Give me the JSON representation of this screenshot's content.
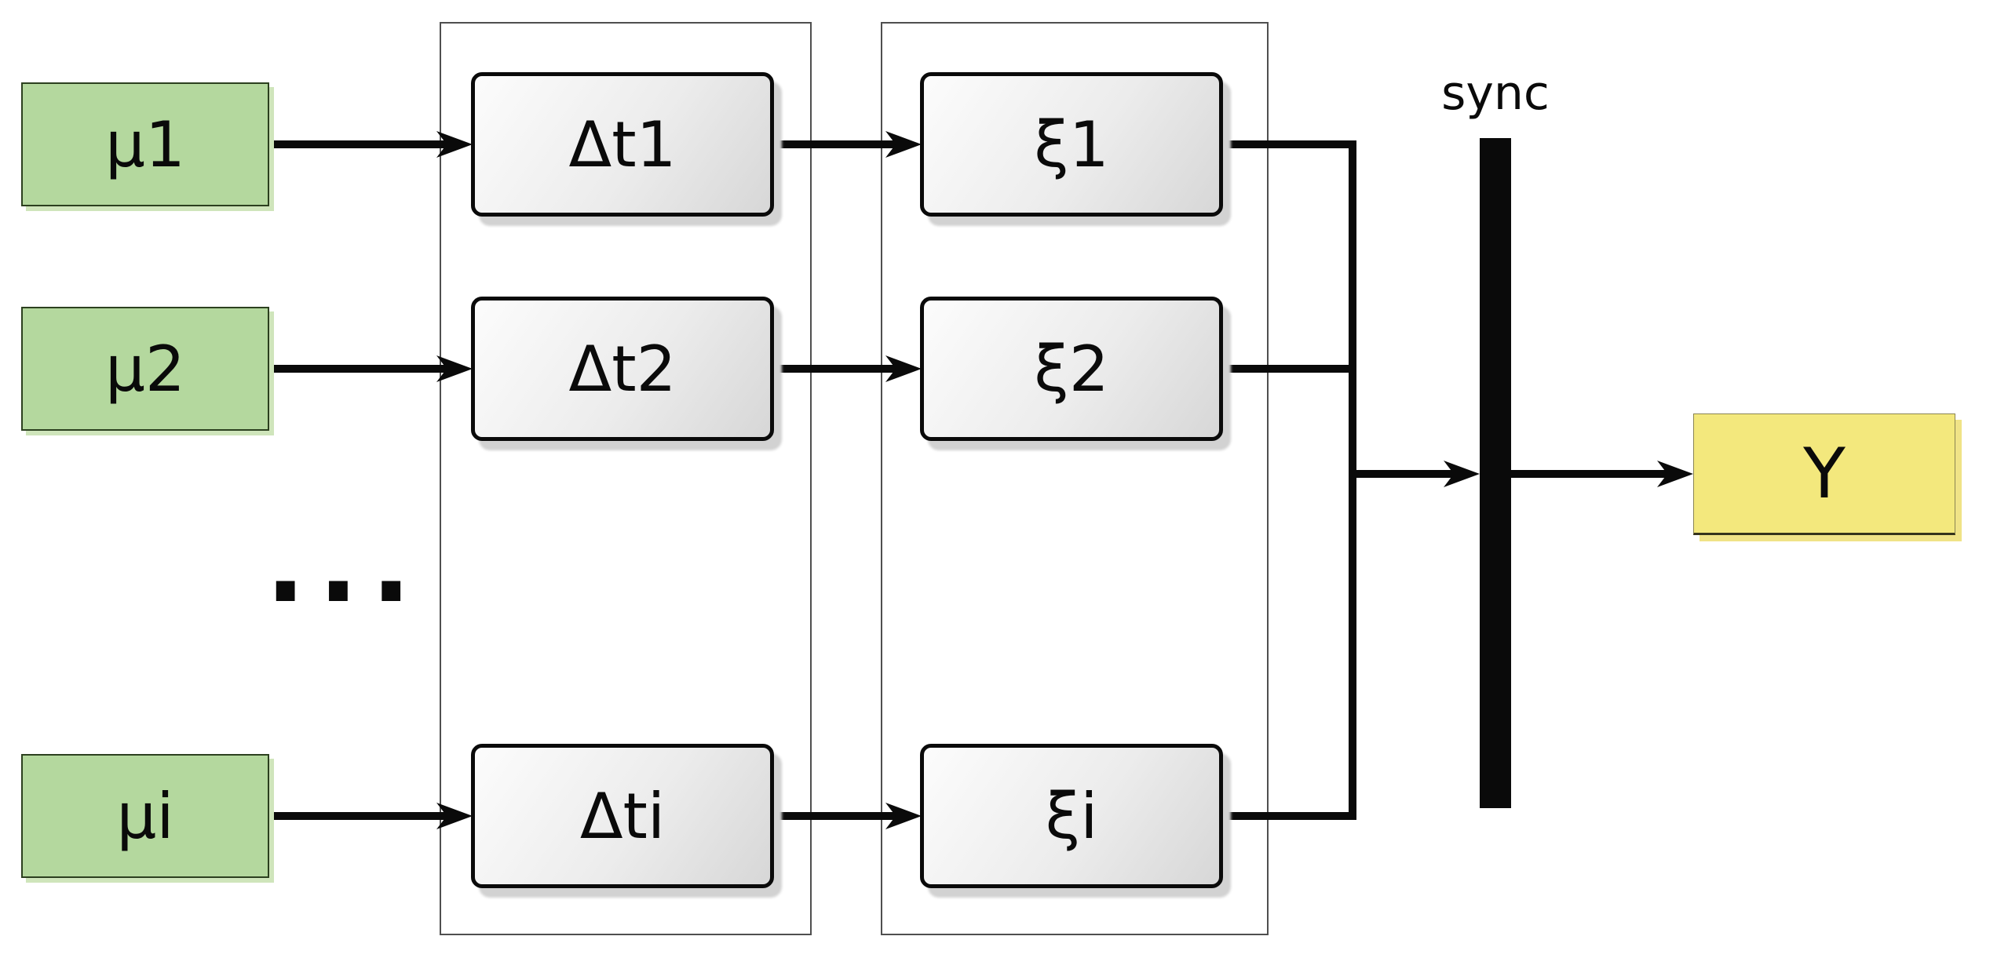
{
  "diagram": {
    "inputs": [
      {
        "id": "mu1",
        "label": "μ1"
      },
      {
        "id": "mu2",
        "label": "μ2"
      },
      {
        "id": "mui",
        "label": "μi"
      }
    ],
    "ellipsis_label": "...",
    "delay_nodes": [
      {
        "id": "dt1",
        "label": "Δt1"
      },
      {
        "id": "dt2",
        "label": "Δt2"
      },
      {
        "id": "dti",
        "label": "Δti"
      }
    ],
    "xi_nodes": [
      {
        "id": "xi1",
        "label": "ξ1"
      },
      {
        "id": "xi2",
        "label": "ξ2"
      },
      {
        "id": "xii",
        "label": "ξi"
      }
    ],
    "sync_label": "sync",
    "output": {
      "id": "Y",
      "label": "Y"
    },
    "colors": {
      "background": "#ffffff",
      "input_fill": "#b4d89e",
      "input_border": "#2c401f",
      "input_shadow": "#cfe5bb",
      "process_gradient_start": "#fcfcfc",
      "process_gradient_end": "#d7d7d7",
      "process_border": "#0a0a0a",
      "process_shadow": "#d2d2d2",
      "container_border": "#4f4f4f",
      "connector": "#0a0a0a",
      "sync_bar": "#0a0a0a",
      "output_fill": "#f3e87d",
      "output_shadow": "#f0e387"
    }
  }
}
